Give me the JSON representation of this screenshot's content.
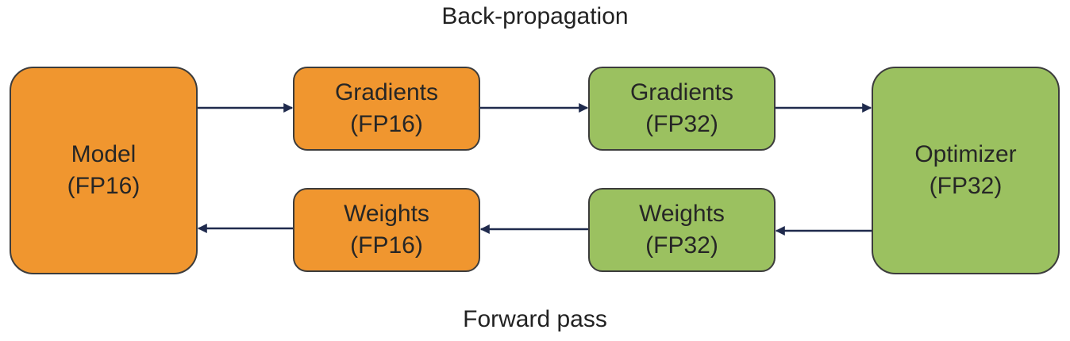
{
  "captions": {
    "top": "Back-propagation",
    "bottom": "Forward pass"
  },
  "nodes": {
    "model": {
      "title": "Model",
      "precision": "(FP16)"
    },
    "gradients_fp16": {
      "title": "Gradients",
      "precision": "(FP16)"
    },
    "gradients_fp32": {
      "title": "Gradients",
      "precision": "(FP32)"
    },
    "optimizer": {
      "title": "Optimizer",
      "precision": "(FP32)"
    },
    "weights_fp16": {
      "title": "Weights",
      "precision": "(FP16)"
    },
    "weights_fp32": {
      "title": "Weights",
      "precision": "(FP32)"
    }
  },
  "colors": {
    "fp16_fill": "#f0962f",
    "fp32_fill": "#9bc160",
    "arrow": "#1f2a4d",
    "border": "#3c3c3c"
  }
}
